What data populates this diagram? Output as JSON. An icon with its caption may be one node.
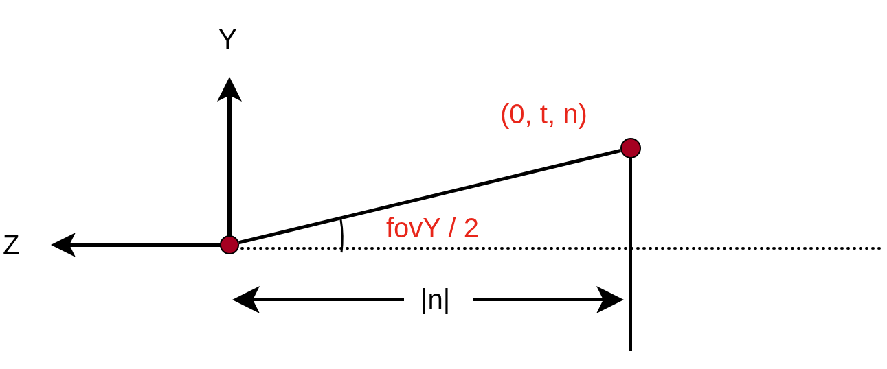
{
  "diagram": {
    "nodes": [
      {
        "text": [],
        "shape": "circle"
      },
      {
        "text": [],
        "shape": "circle",
        "beside": [
          "(0, t, n)"
        ]
      }
    ],
    "edges": [
      {
        "from": 0,
        "to": 1,
        "arrow": "none"
      }
    ],
    "labels": [
      "Y",
      "Z",
      "fovY / 2",
      "|n|"
    ]
  }
}
